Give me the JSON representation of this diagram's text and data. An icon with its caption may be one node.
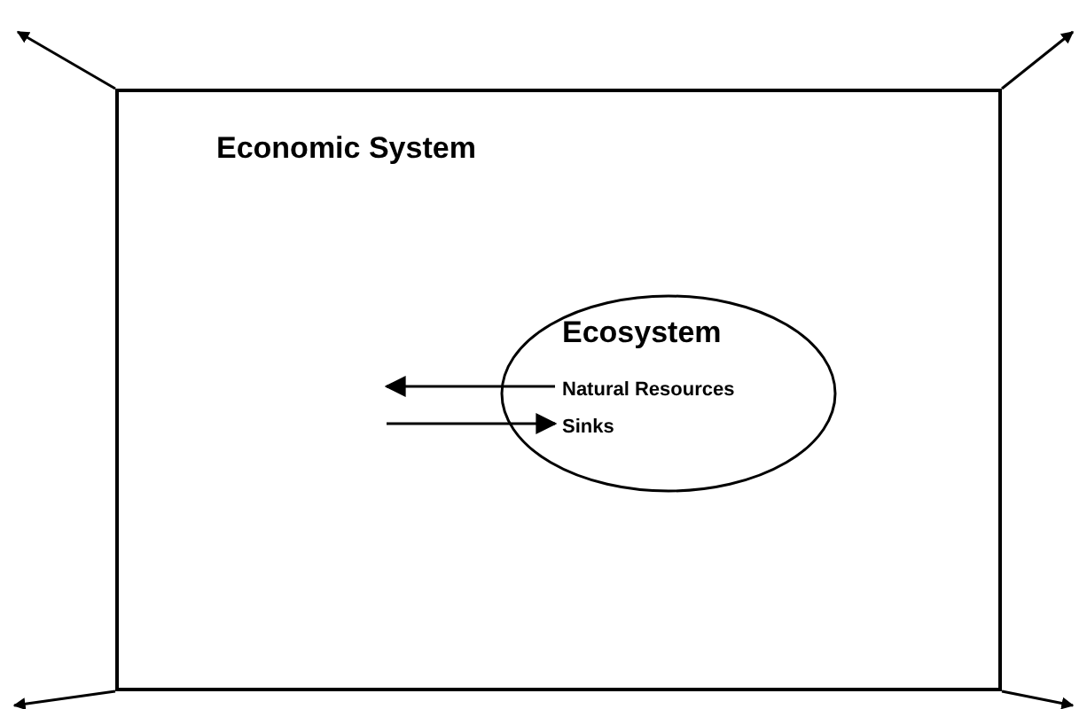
{
  "diagram": {
    "nodes": [
      {
        "text": [
          "Economic System"
        ]
      },
      {
        "text": [
          "Ecosystem"
        ],
        "in": 0
      },
      {
        "text": [
          "Natural Resources"
        ],
        "in": 1
      },
      {
        "text": [
          "Sinks"
        ],
        "in": 1
      }
    ],
    "edges": [
      {
        "from": 2,
        "to": null,
        "arrow": "to"
      },
      {
        "from": null,
        "to": 3,
        "arrow": "to"
      },
      {
        "from": 0,
        "to": null,
        "arrow": "to"
      },
      {
        "from": 0,
        "to": null,
        "arrow": "to"
      },
      {
        "from": 0,
        "to": null,
        "arrow": "to"
      },
      {
        "from": 0,
        "to": null,
        "arrow": "to"
      }
    ]
  }
}
